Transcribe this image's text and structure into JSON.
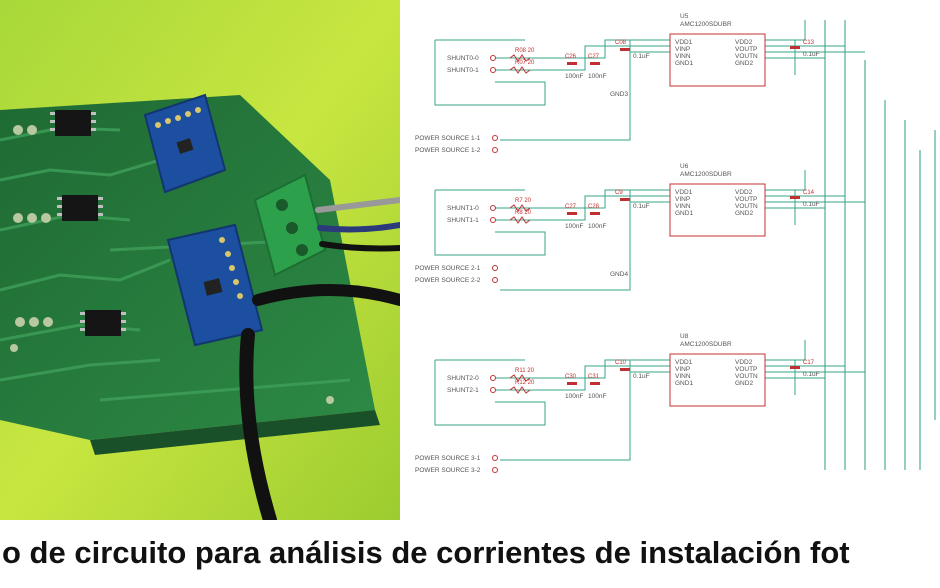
{
  "caption": "o de circuito para análisis de corrientes de instalación fot",
  "photo": {
    "description_icon": "pcb-board-photo"
  },
  "schematic": {
    "blocks": [
      {
        "ref": "U5",
        "part": "AMC1200SDUBR",
        "in_pins": [
          "VDD1",
          "VINP",
          "VINN",
          "GND1"
        ],
        "out_pins": [
          "VDD2",
          "VOUTP",
          "VOUTN",
          "GND2"
        ],
        "shunt_labels": [
          "SHUNT0-0",
          "SHUNT0-1"
        ],
        "res_labels": [
          "R08 20",
          "R07 20"
        ],
        "cap_labels": [
          "C26",
          "C27",
          "100nF",
          "100nF"
        ],
        "cap_right": [
          "C08",
          "0.1uF"
        ],
        "cap_out": [
          "C13",
          "0.1uF"
        ],
        "gnd_label": "GND3",
        "power_labels": [
          "POWER SOURCE 1-1",
          "POWER SOURCE 1-2"
        ]
      },
      {
        "ref": "U6",
        "part": "AMC1200SDUBR",
        "in_pins": [
          "VDD1",
          "VINP",
          "VINN",
          "GND1"
        ],
        "out_pins": [
          "VDD2",
          "VOUTP",
          "VOUTN",
          "GND2"
        ],
        "shunt_labels": [
          "SHUNT1-0",
          "SHUNT1-1"
        ],
        "res_labels": [
          "R7 20",
          "R8 20"
        ],
        "cap_labels": [
          "C27",
          "C28",
          "100nF",
          "100nF"
        ],
        "cap_right": [
          "C9",
          "0.1uF"
        ],
        "cap_out": [
          "C14",
          "0.1uF"
        ],
        "gnd_label": "GND4",
        "power_labels": [
          "POWER SOURCE 2-1",
          "POWER SOURCE 2-2"
        ]
      },
      {
        "ref": "U8",
        "part": "AMC1200SDUBR",
        "in_pins": [
          "VDD1",
          "VINP",
          "VINN",
          "GND1"
        ],
        "out_pins": [
          "VDD2",
          "VOUTP",
          "VOUTN",
          "GND2"
        ],
        "shunt_labels": [
          "SHUNT2-0",
          "SHUNT2-1"
        ],
        "res_labels": [
          "R11 20",
          "R12 20"
        ],
        "cap_labels": [
          "C30",
          "C31",
          "100nF",
          "100nF"
        ],
        "cap_right": [
          "C10",
          "0.1uF"
        ],
        "cap_out": [
          "C17",
          "0.1uF"
        ],
        "gnd_label": "",
        "power_labels": [
          "POWER SOURCE 3-1",
          "POWER SOURCE 3-2"
        ]
      }
    ],
    "colors": {
      "wire": "#3aa58a",
      "part": "#c03030",
      "bus": "#2f9f7f"
    }
  }
}
